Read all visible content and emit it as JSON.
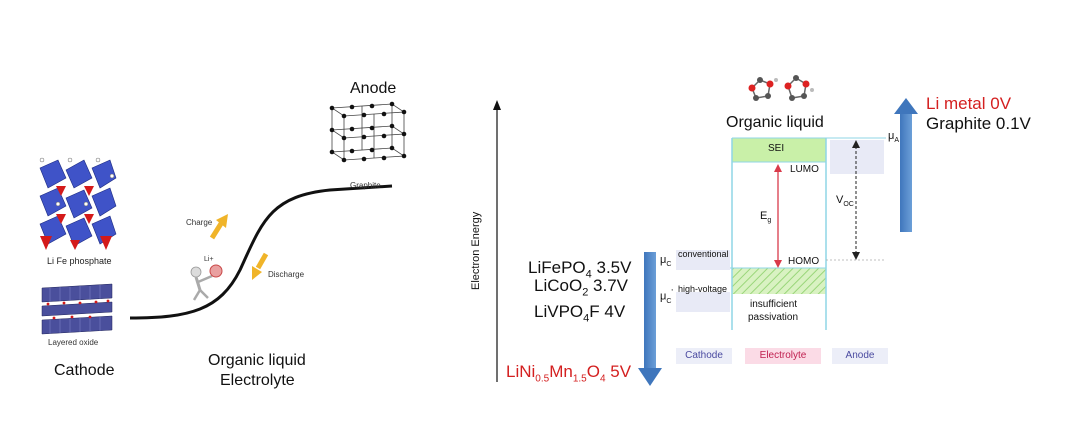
{
  "left_panel": {
    "cathode_title": "Cathode",
    "anode_title": "Anode",
    "electrolyte_line1": "Organic liquid",
    "electrolyte_line2": "Electrolyte",
    "li_fe_phosphate_label": "Li Fe phosphate",
    "layered_oxide_label": "Layered oxide",
    "graphite_label": "Graphite",
    "charge_label": "Charge",
    "discharge_label": "Discharge",
    "li_ion_label": "Li+"
  },
  "right_panel": {
    "axis_label": "Electron Energy",
    "organic_liquid_label": "Organic liquid",
    "sei_label": "SEI",
    "lumo_label": "LUMO",
    "homo_label": "HOMO",
    "eg_main": "E",
    "eg_sub": "g",
    "voc_main": "V",
    "voc_sub": "OC",
    "mua_main": "μ",
    "mua_sub": "A",
    "muc_main": "μ",
    "muc_sub": "C",
    "muc2_main": "μ",
    "muc2_sub": "C",
    "muc2_sup": "'",
    "conventional_label": "conventional",
    "high_voltage_label": "high-voltage",
    "insufficient_line1": "insufficient",
    "insufficient_line2": "passivation",
    "anode_list": [
      {
        "text": "Li metal 0V",
        "color": "#d42020"
      },
      {
        "text": "Graphite 0.1V",
        "color": "#111111"
      }
    ],
    "cathode_list": {
      "lifepo4": {
        "a": "LiFePO",
        "s1": "4",
        "b": " 3.5V"
      },
      "licoo2": {
        "a": "LiCoO",
        "s1": "2",
        "b": " 3.7V"
      },
      "livpo4f": {
        "a": "LiVPO",
        "s1": "4",
        "b": "F 4V"
      },
      "lnmo": {
        "a": "LiNi",
        "s1": "0.5",
        "b": "Mn",
        "s2": "1.5",
        "c": "O",
        "s3": "4",
        "d": " 5V"
      }
    },
    "legend": [
      {
        "label": "Cathode",
        "bg": "#eceef8",
        "fg": "#4a4aa0"
      },
      {
        "label": "Electrolyte",
        "bg": "#fbdbe6",
        "fg": "#c02050"
      },
      {
        "label": "Anode",
        "bg": "#eceef8",
        "fg": "#4a4aa0"
      }
    ]
  },
  "colors": {
    "arrow_blue": "#4f86c6",
    "arrow_dark": "#2d64a8",
    "sei_green": "#c9f0a8",
    "band_blue": "#c8e8f4",
    "red_arrow": "#d93a4a",
    "crystal_blue": "#3f53c8",
    "crystal_red": "#d41a1a",
    "orange_arrow": "#f0b429"
  }
}
